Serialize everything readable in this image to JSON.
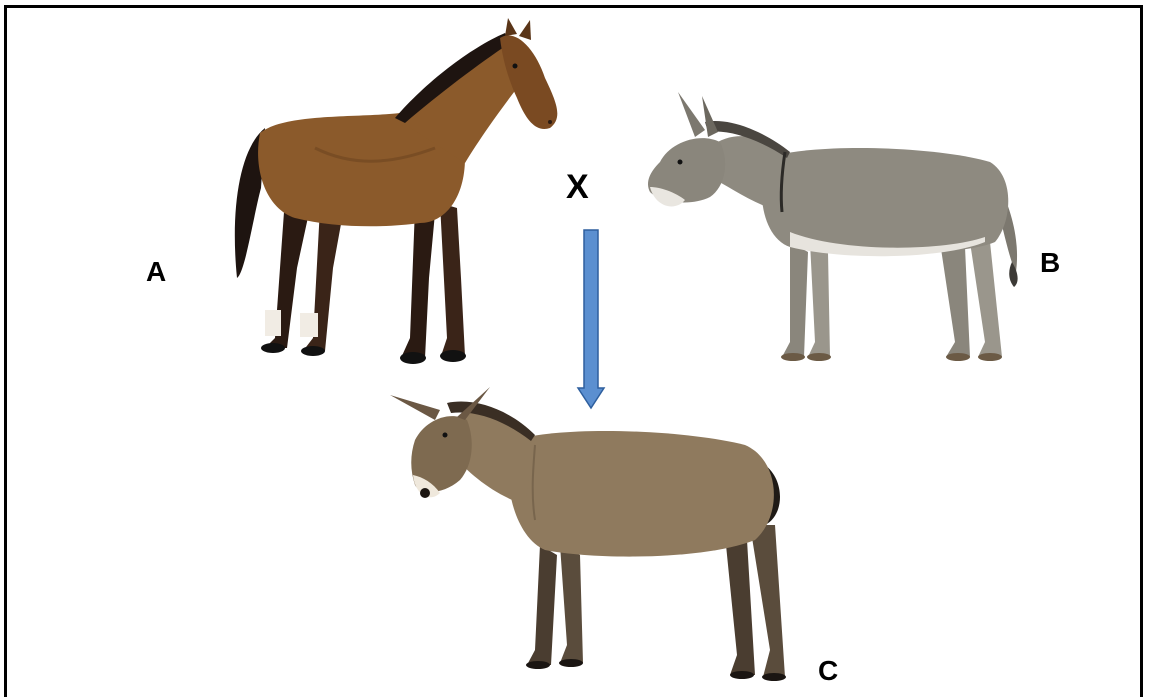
{
  "labels": {
    "a": "A",
    "b": "B",
    "c": "C",
    "cross": "X"
  },
  "colors": {
    "arrow_fill": "#5b8fd0",
    "arrow_stroke": "#2e5f9e",
    "horse_coat": "#8b5a2b",
    "horse_mane": "#1e1410",
    "donkey_coat": "#8e8a80",
    "mule_coat": "#8f7a5e"
  }
}
